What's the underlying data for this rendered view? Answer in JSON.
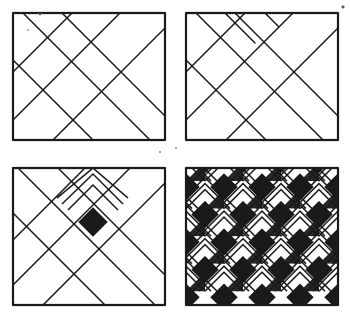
{
  "colors": {
    "ink": "#1a1a1a",
    "paper": "#ffffff"
  },
  "panels": [
    {
      "step": 1,
      "stage": "diagonal-grid"
    },
    {
      "step": 2,
      "stage": "grid-with-offset-lines"
    },
    {
      "step": 3,
      "stage": "single-chevron-stack-with-dark-square"
    },
    {
      "step": 4,
      "stage": "full-chevron-pattern-with-dark-fill"
    }
  ]
}
